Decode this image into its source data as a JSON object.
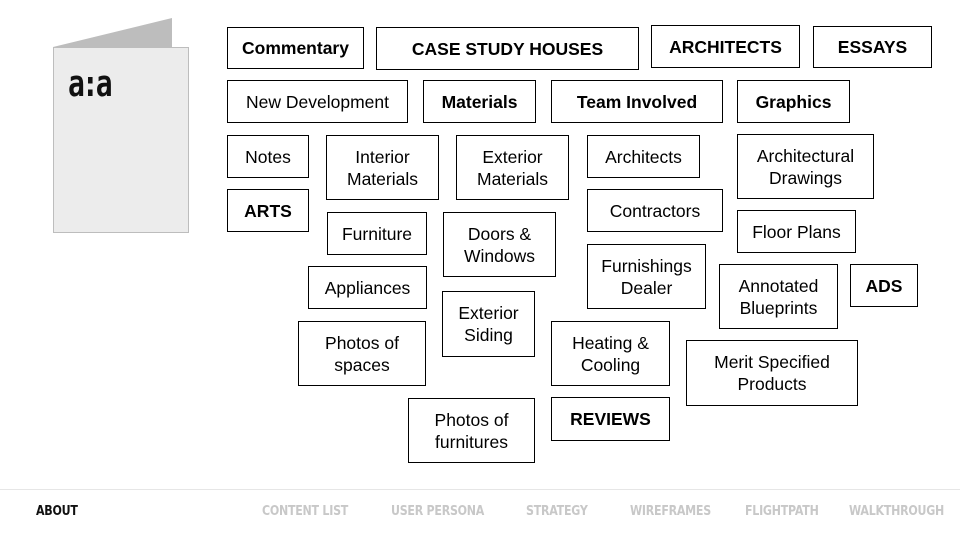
{
  "logo": {
    "text": "a:a"
  },
  "boxes": {
    "commentary": "Commentary",
    "case_study_houses": "CASE STUDY HOUSES",
    "architects_top": "ARCHITECTS",
    "essays": "ESSAYS",
    "new_development": "New Development",
    "materials": "Materials",
    "team_involved": "Team Involved",
    "graphics": "Graphics",
    "notes": "Notes",
    "interior_materials": "Interior\nMaterials",
    "exterior_materials": "Exterior\nMaterials",
    "architects": "Architects",
    "architectural_drawings": "Architectural\nDrawings",
    "arts": "ARTS",
    "contractors": "Contractors",
    "furniture": "Furniture",
    "doors_windows": "Doors &\nWindows",
    "floor_plans": "Floor Plans",
    "furnishings_dealer": "Furnishings\nDealer",
    "appliances": "Appliances",
    "annotated_blueprints": "Annotated\nBlueprints",
    "ads": "ADS",
    "exterior_siding": "Exterior\nSiding",
    "photos_of_spaces": "Photos of\nspaces",
    "heating_cooling": "Heating &\nCooling",
    "merit_specified_products": "Merit Specified\nProducts",
    "photos_of_furnitures": "Photos of\nfurnitures",
    "reviews": "REVIEWS"
  },
  "nav": {
    "about": "ABOUT",
    "content_list": "CONTENT LIST",
    "user_persona": "USER PERSONA",
    "strategy": "STRATEGY",
    "wireframes": "WIREFRAMES",
    "flightpath": "FLIGHTPATH",
    "walkthrough": "WALKTHROUGH"
  }
}
